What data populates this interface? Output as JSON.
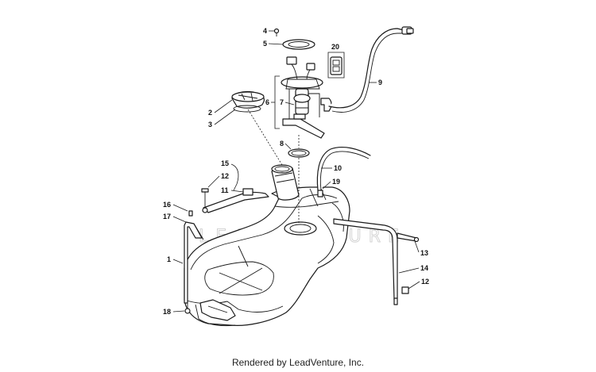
{
  "diagram": {
    "callouts": [
      "1",
      "2",
      "3",
      "4",
      "5",
      "6",
      "7",
      "8",
      "9",
      "10",
      "11",
      "12",
      "13",
      "14",
      "15",
      "16",
      "17",
      "18",
      "19",
      "20"
    ],
    "watermark": "LEADVENTURE"
  },
  "footer": {
    "credit": "Rendered by LeadVenture, Inc."
  }
}
